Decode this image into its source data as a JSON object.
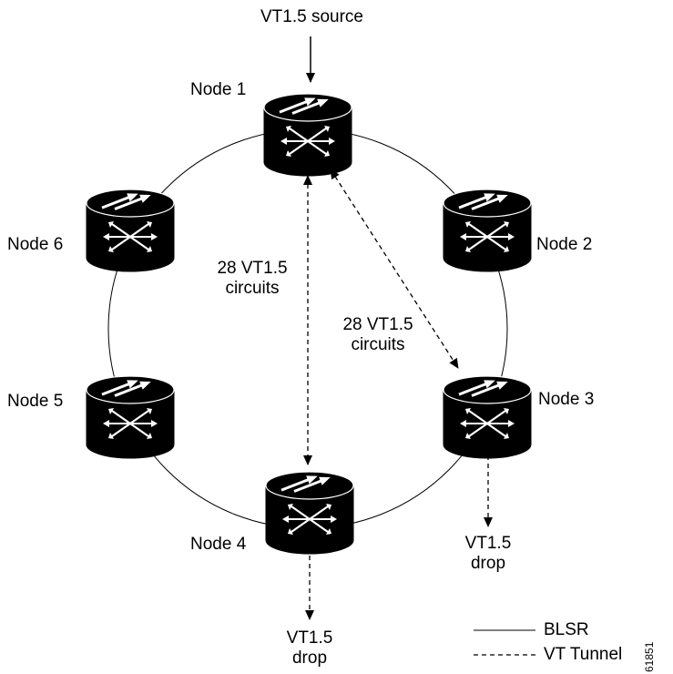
{
  "diagram": {
    "source_label": "VT1.5 source",
    "nodes": [
      {
        "label": "Node 1"
      },
      {
        "label": "Node 2"
      },
      {
        "label": "Node 3"
      },
      {
        "label": "Node 4"
      },
      {
        "label": "Node 5"
      },
      {
        "label": "Node 6"
      }
    ],
    "circuits_label_left": {
      "line1": "28 VT1.5",
      "line2": "circuits"
    },
    "circuits_label_right": {
      "line1": "28 VT1.5",
      "line2": "circuits"
    },
    "drop_node3": {
      "line1": "VT1.5",
      "line2": "drop"
    },
    "drop_node4": {
      "line1": "VT1.5",
      "line2": "drop"
    },
    "legend": {
      "ring": "BLSR",
      "tunnel": "VT Tunnel"
    },
    "figure_id": "61851",
    "colors": {
      "node_fill": "#000000",
      "node_marks": "#ffffff",
      "line": "#000000",
      "background": "#ffffff"
    }
  }
}
